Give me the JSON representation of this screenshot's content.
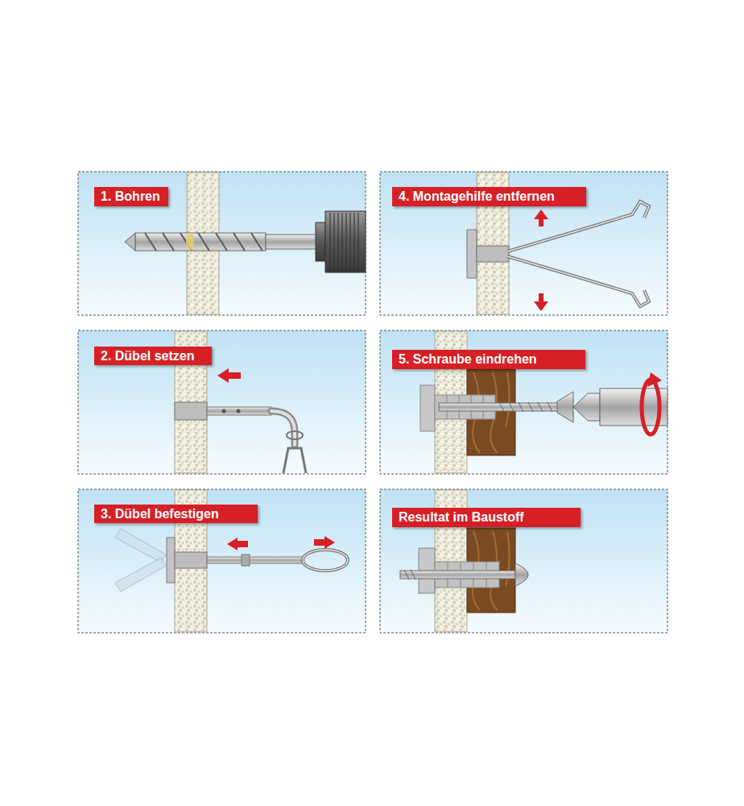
{
  "diagram": {
    "nodes": [
      {
        "text": [
          "1. Bohren"
        ]
      },
      {
        "text": [
          "2. Dübel setzen"
        ]
      },
      {
        "text": [
          "3. Dübel befestigen"
        ]
      },
      {
        "text": [
          "4. Montagehilfe entfernen"
        ]
      },
      {
        "text": [
          "5. Schraube eindrehen"
        ]
      },
      {
        "text": [
          "Resultat im Baustoff"
        ]
      }
    ]
  }
}
